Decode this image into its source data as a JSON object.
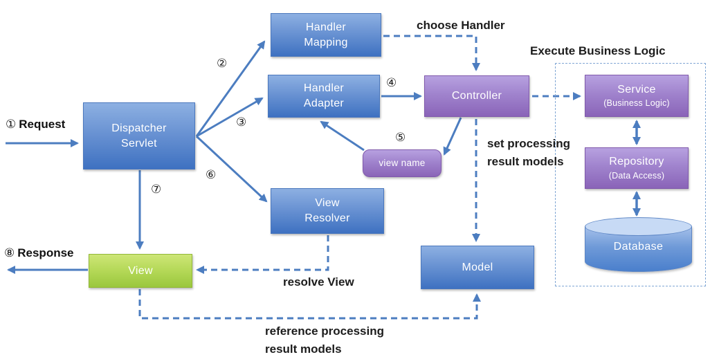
{
  "nodes": {
    "handler_mapping": {
      "label": "Handler\nMapping"
    },
    "handler_adapter": {
      "label": "Handler\nAdapter"
    },
    "dispatcher_servlet": {
      "label": "Dispatcher\nServlet"
    },
    "view_resolver": {
      "label": "View\nResolver"
    },
    "view": {
      "label": "View"
    },
    "controller": {
      "label": "Controller"
    },
    "view_name": {
      "label": "view name"
    },
    "model": {
      "label": "Model"
    },
    "service": {
      "title": "Service",
      "subtitle": "(Business Logic)"
    },
    "repository": {
      "title": "Repository",
      "subtitle": "(Data Access)"
    },
    "database": {
      "label": "Database"
    }
  },
  "annotations": {
    "request": {
      "step": "①",
      "label": "Request"
    },
    "response": {
      "step": "⑧",
      "label": "Response"
    },
    "step2": "②",
    "step3": "③",
    "step4": "④",
    "step5": "⑤",
    "step6": "⑥",
    "step7": "⑦",
    "choose_handler": "choose Handler",
    "execute_business_logic": "Execute Business Logic",
    "set_processing": "set processing\nresult models",
    "resolve_view": "resolve View",
    "reference_processing": "reference processing\nresult models"
  },
  "colors": {
    "box_blue": "#3e71c1",
    "box_purple": "#8a64b8",
    "box_green": "#9ac73d",
    "connector": "#4c7dc0"
  }
}
